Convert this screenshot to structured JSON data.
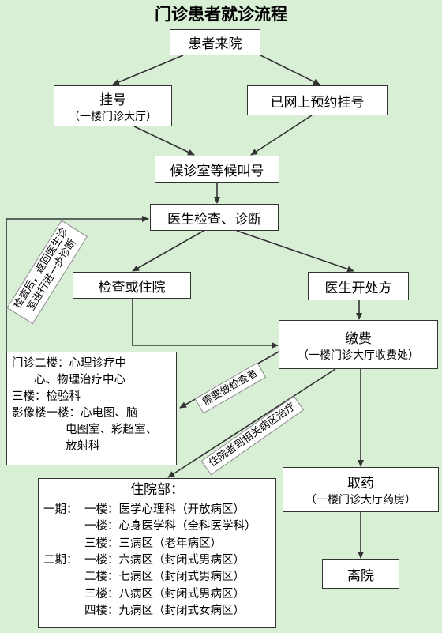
{
  "title": "门诊患者就诊流程",
  "nodes": {
    "arrive": "患者来院",
    "register": "挂号",
    "register_sub": "（一楼门诊大厅）",
    "online": "已网上预约挂号",
    "wait": "候诊室等候叫号",
    "exam": "医生检查、诊断",
    "check_or_admit": "检查或住院",
    "prescribe": "医生开处方",
    "pay": "缴费",
    "pay_sub": "（一楼门诊大厅收费处）",
    "pharmacy": "取药",
    "pharmacy_sub": "（一楼门诊大厅药房）",
    "leave": "离院"
  },
  "notes": {
    "return_line1": "检查后，返回医生诊",
    "return_line2": "室进行进一步诊断",
    "need_exam": "需要做检查者",
    "admit": "住院者到相关病区治疗"
  },
  "departments": {
    "l1": "门诊二楼：心理诊疗中",
    "l2": "心、物理治疗中心",
    "l3": "三楼：检验科",
    "l4": "影像楼一楼：心电图、脑",
    "l5": "电图室、彩超室、",
    "l6": "放射科"
  },
  "ward": {
    "title": "住院部：",
    "rows": [
      {
        "pre": "一期：",
        "text": "一楼：医学心理科（开放病区）"
      },
      {
        "pre": "",
        "text": "一楼：心身医学科（全科医学科）"
      },
      {
        "pre": "",
        "text": "三楼：三病区（老年病区）"
      },
      {
        "pre": "二期：",
        "text": "一楼：六病区（封闭式男病区）"
      },
      {
        "pre": "",
        "text": "二楼：七病区（封闭式男病区）"
      },
      {
        "pre": "",
        "text": "三楼：八病区（封闭式男病区）"
      },
      {
        "pre": "",
        "text": "四楼：九病区（封闭式女病区）"
      }
    ]
  },
  "colors": {
    "background": "#d8efd6",
    "box": "#ffffff",
    "line": "#333333"
  }
}
